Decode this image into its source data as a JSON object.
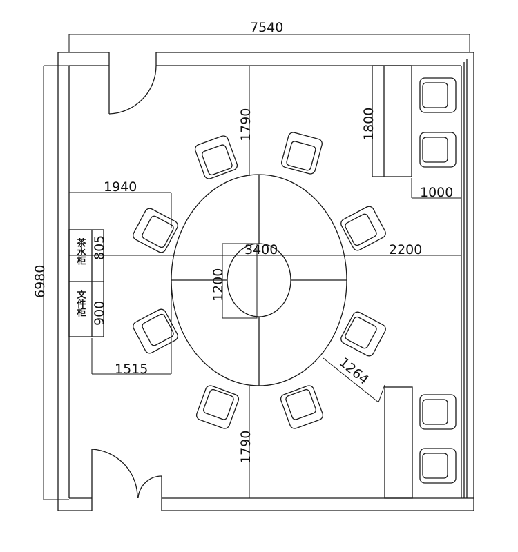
{
  "dimensions": {
    "overall_width": "7540",
    "overall_height": "6980",
    "top_gap": "1790",
    "bottom_gap": "1790",
    "sofa_depth": "1800",
    "sofa_clearance": "1000",
    "left_zone_width": "1940",
    "left_zone_bottom": "1515",
    "table_diameter": "3400",
    "table_inner": "1200",
    "right_gap": "2200",
    "diagonal_gap": "1264",
    "tea_cabinet_len": "805",
    "file_cabinet_len": "900"
  },
  "cabinets": {
    "tea_cabinet": "茶水柜",
    "file_cabinet": "文件柜"
  },
  "icons": {
    "chair": "armchair-icon",
    "door": "door-swing-icon"
  }
}
